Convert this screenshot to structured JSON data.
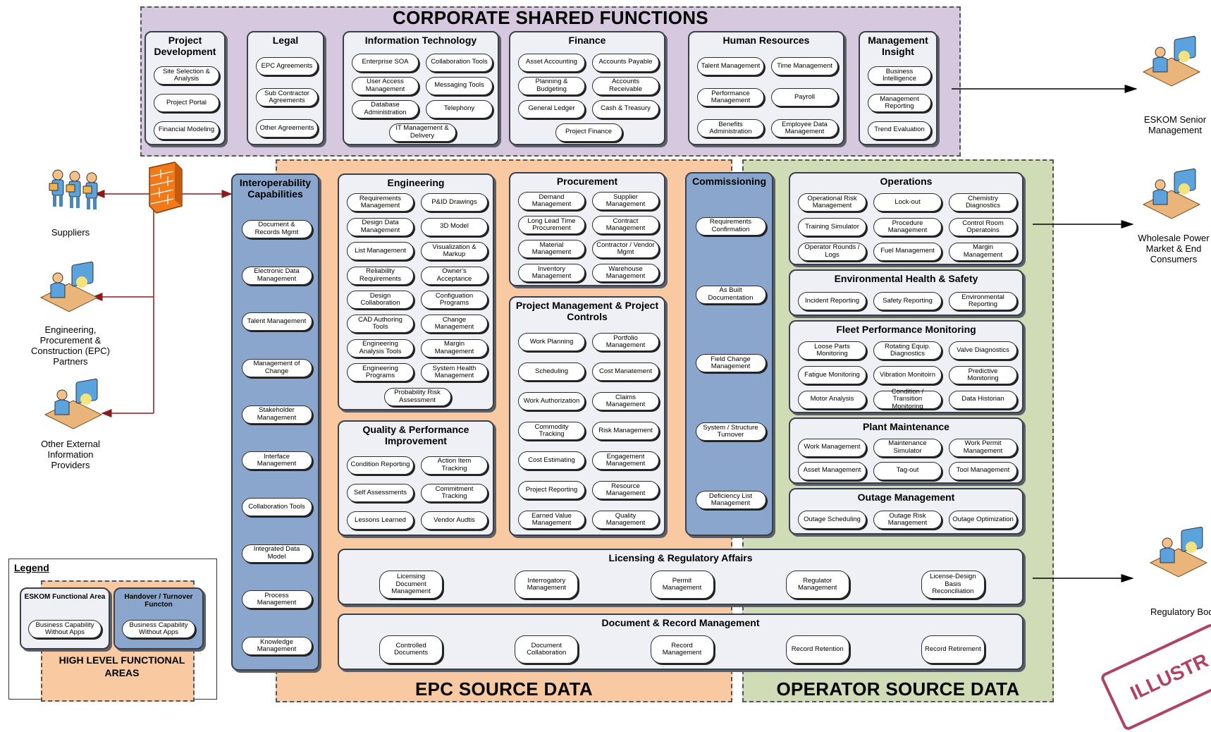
{
  "zones": {
    "corporate": "CORPORATE SHARED FUNCTIONS",
    "epc": "EPC SOURCE DATA",
    "operator": "OPERATOR SOURCE DATA"
  },
  "panels": [
    {
      "title": "Project Development",
      "items": [
        "Site Selection & Analysis",
        "Project Portal",
        "Financial Modeling"
      ]
    },
    {
      "title": "Legal",
      "items": [
        "EPC Agreements",
        "Sub Contractor Agreements",
        "Other Agreements"
      ]
    },
    {
      "title": "Information Technology",
      "items": [
        "Enterprise SOA",
        "Collaboration Tools",
        "User Access Management",
        "Messaging Tools",
        "Database Administration",
        "Telephony",
        "IT Management & Delivery"
      ]
    },
    {
      "title": "Finance",
      "items": [
        "Asset Accounting",
        "Accounts Payable",
        "Planning & Budgeting",
        "Accounts Receivable",
        "General Ledger",
        "Cash & Treasury",
        "Project Finance"
      ]
    },
    {
      "title": "Human Resources",
      "items": [
        "Talent Management",
        "Time Management",
        "Performance Management",
        "Payroll",
        "Benefits Administration",
        "Employee Data Management"
      ]
    },
    {
      "title": "Management Insight",
      "items": [
        "Business Intelligence",
        "Management Reporting",
        "Trend Evaluation"
      ]
    },
    {
      "title": "Interoperability Capabilities",
      "items": [
        "Document & Records Mgmt",
        "Electronic Data Management",
        "Talent Management",
        "Management of Change",
        "Stakeholder Management",
        "Interface Management",
        "Collaboration Tools",
        "Integrated Data Model",
        "Process Management",
        "Knowledge Management"
      ]
    },
    {
      "title": "Engineering",
      "items": [
        "Requirements Management",
        "P&ID Drawings",
        "Design Data Management",
        "3D Model",
        "List Management",
        "Visualization & Markup",
        "Reliability Requirements",
        "Owner's Acceptance",
        "Design Collaboration",
        "Configuation Programs",
        "CAD Authoring Tools",
        "Change Management",
        "Engineering Analysis Tools",
        "Margin Management",
        "Engineering Programs",
        "System Health Management",
        "Probability Risk Assessment"
      ]
    },
    {
      "title": "Quality & Performance Improvement",
      "items": [
        "Condition Reporting",
        "Action Item Tracking",
        "Self Assessments",
        "Commitment Tracking",
        "Lessons Learned",
        "Vendor Audtis"
      ]
    },
    {
      "title": "Procurement",
      "items": [
        "Demand Management",
        "Supplier Management",
        "Long Lead Time Procurement",
        "Contract Management",
        "Material Management",
        "Contractor / Vendor Mgmt",
        "Inventory Management",
        "Warehouse Management"
      ]
    },
    {
      "title": "Project Management & Project Controls",
      "items": [
        "Work Planning",
        "Portfolio Management",
        "Scheduling",
        "Cost Manatement",
        "Work Authorization",
        "Claims Management",
        "Commodity Tracking",
        "Risk Management",
        "Cost Estimating",
        "Engagement Management",
        "Project Reporting",
        "Resource Management",
        "Earned Value Management",
        "Quality Management"
      ]
    },
    {
      "title": "Commissioning",
      "items": [
        "Requirements Confirmation",
        "As Built Documentation",
        "Field Change Management",
        "System / Structure Turnover",
        "Deficiency List Management"
      ]
    },
    {
      "title": "Operations",
      "items": [
        "Operational Risk Management",
        "Lock-out",
        "Chemistry Diagnostics",
        "Training Simulator",
        "Procedure Management",
        "Control Room Operatoins",
        "Operator Rounds / Logs",
        "Fuel Management",
        "Margin Management"
      ]
    },
    {
      "title": "Environmental Health & Safety",
      "items": [
        "Incident Reporting",
        "Safety Reporting",
        "Environmental Reporting"
      ]
    },
    {
      "title": "Fleet Performance Monitoring",
      "items": [
        "Loose Parts Monitoring",
        "Rotating Equip. Diagnostics",
        "Valve Diagnostics",
        "Fatigue Monitoring",
        "Vibration Monitoirn",
        "Predictive Monitoring",
        "Motor Analysis",
        "Condition / Transition Monitoring",
        "Data Historian"
      ]
    },
    {
      "title": "Plant Maintenance",
      "items": [
        "Work Management",
        "Maintenance Simulator",
        "Work Permit Management",
        "Asset Management",
        "Tag-out",
        "Tool Management"
      ]
    },
    {
      "title": "Outage Management",
      "items": [
        "Outage Scheduling",
        "Outage Risk Management",
        "Outage Optimization"
      ]
    },
    {
      "title": "Licensing & Regulatory Affairs",
      "items": [
        "Licensing Document Management",
        "Interrogatory Management",
        "Permit Management",
        "Regulator Management",
        "License-Design Basis Reconciliation"
      ]
    },
    {
      "title": "Document & Record Management",
      "items": [
        "Controlled Documents",
        "Document Collaboration",
        "Record Management",
        "Record Retention",
        "Record Retirement"
      ]
    }
  ],
  "actors_left": [
    "Suppliers",
    "Engineering, Procurement & Construction (EPC) Partners",
    "Other External Information Providers"
  ],
  "actors_right": [
    "ESKOM Senior Management",
    "Wholesale Power Market & End Consumers",
    "Regulatory Body"
  ],
  "legend": {
    "title": "Legend",
    "eskom_area": "ESKOM Functional Area",
    "handover": "Handover / Turnover Functon",
    "capability": "Business Capability Without Apps",
    "high_level": "HIGH LEVEL FUNCTIONAL AREAS"
  },
  "stamp": "ILLUSTR",
  "colors": {
    "corporate": "#d5c8df",
    "epc": "#f9c9a2",
    "operator": "#cfdcb6",
    "handover": "#8ba6cc",
    "panel": "#eef0f6",
    "stamp": "#a3224a",
    "link": "#8b1a1a"
  }
}
